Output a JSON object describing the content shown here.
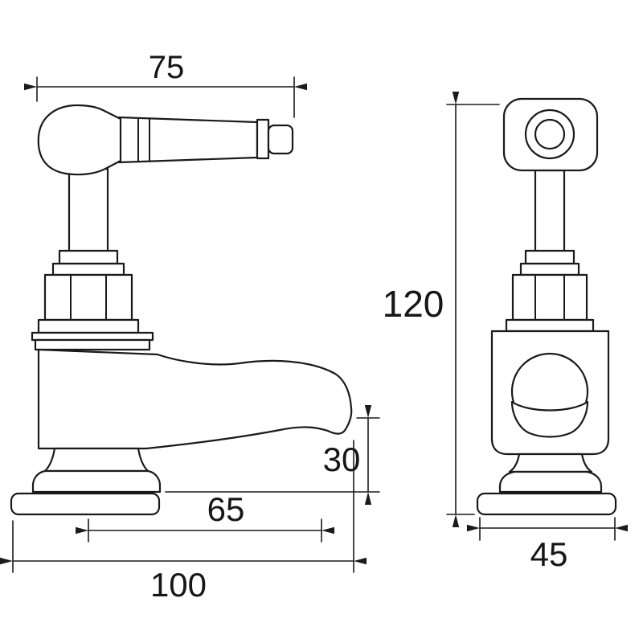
{
  "canvas": {
    "background": "#ffffff",
    "line_color": "#1a1a1a"
  },
  "dimensions": {
    "handle_width": "75",
    "overall_height": "120",
    "spout_clearance": "30",
    "spout_reach": "65",
    "overall_length": "100",
    "base_width": "45"
  }
}
